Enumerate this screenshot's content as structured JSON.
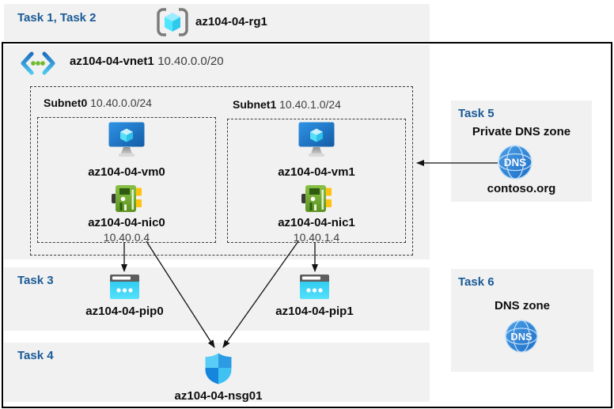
{
  "colors": {
    "band_bg": "#f1f1f1",
    "task_label_blue": "#1a5a96",
    "box_border": "#000000",
    "cyan_accent": "#32d4f5",
    "nic_green": "#7db342",
    "nic_yellow": "#ffc20e",
    "dns_blue": "#2f86d9"
  },
  "header": {
    "tasks_label": "Task 1, Task 2",
    "resource_group_name": "az104-04-rg1"
  },
  "vnet": {
    "name": "az104-04-vnet1",
    "cidr": "10.40.0.0/20",
    "subnets": [
      {
        "name": "Subnet0",
        "cidr": "10.40.0.0/24",
        "vm_name": "az104-04-vm0",
        "nic_name": "az104-04-nic0",
        "nic_ip": "10.40.0.4"
      },
      {
        "name": "Subnet1",
        "cidr": "10.40.1.0/24",
        "vm_name": "az104-04-vm1",
        "nic_name": "az104-04-nic1",
        "nic_ip": "10.40.1.4"
      }
    ]
  },
  "task3": {
    "label": "Task 3",
    "pip0_name": "az104-04-pip0",
    "pip1_name": "az104-04-pip1"
  },
  "task4": {
    "label": "Task 4",
    "nsg_name": "az104-04-nsg01"
  },
  "task5": {
    "label": "Task 5",
    "title": "Private DNS zone",
    "zone_name": "contoso.org",
    "dns_icon_text": "DNS"
  },
  "task6": {
    "label": "Task 6",
    "title": "DNS zone",
    "dns_icon_text": "DNS"
  }
}
